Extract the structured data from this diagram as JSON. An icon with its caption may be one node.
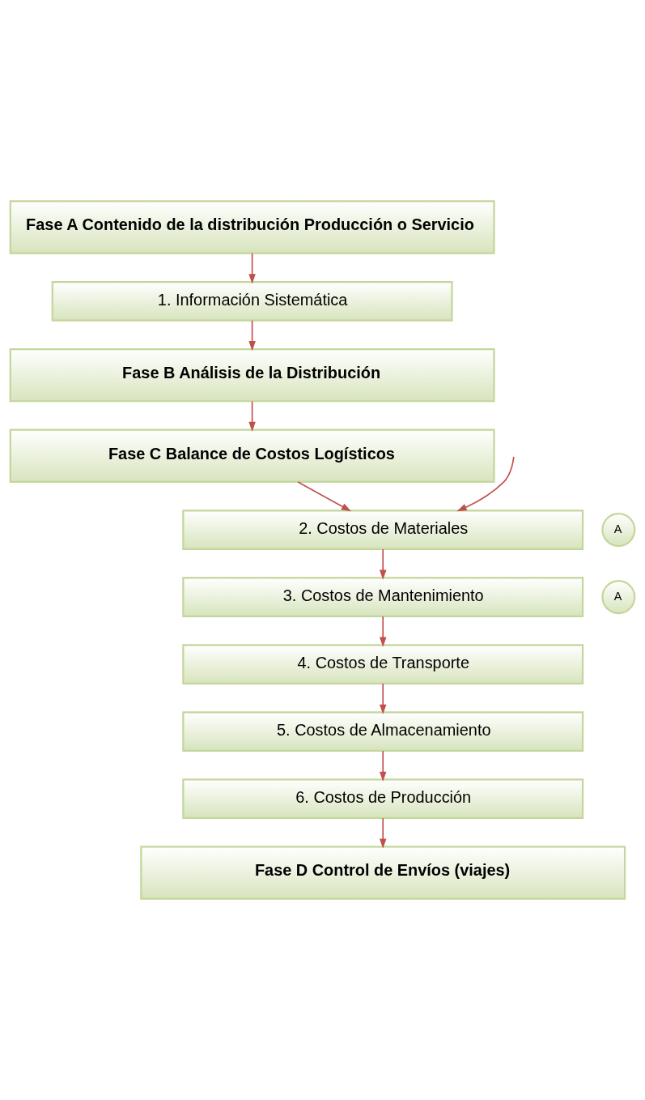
{
  "diagram": {
    "nodes": [
      {
        "text": [
          "Fase A Contenido de la distribución Producción o Servicio"
        ]
      },
      {
        "text": [
          "1. Información Sistemática"
        ]
      },
      {
        "text": [
          "Fase B Análisis de la Distribución"
        ]
      },
      {
        "text": [
          "Fase C Balance de Costos Logísticos"
        ]
      },
      {
        "text": [
          "2. Costos de Materiales"
        ]
      },
      {
        "text": [
          "A"
        ]
      },
      {
        "text": [
          "3. Costos de Mantenimiento"
        ]
      },
      {
        "text": [
          "A"
        ]
      },
      {
        "text": [
          "4. Costos de Transporte"
        ]
      },
      {
        "text": [
          "5. Costos de Almacenamiento"
        ]
      },
      {
        "text": [
          "6. Costos de Producción"
        ]
      },
      {
        "text": [
          "Fase D Control de Envíos (viajes)"
        ]
      }
    ],
    "edges": [
      {
        "from": 0,
        "to": 1,
        "arrow": "to"
      },
      {
        "from": 1,
        "to": 2,
        "arrow": "to"
      },
      {
        "from": 2,
        "to": 3,
        "arrow": "to"
      },
      {
        "from": 3,
        "to": 4,
        "arrow": "to"
      },
      {
        "from": null,
        "to": 4,
        "arrow": "to"
      },
      {
        "from": 4,
        "to": 6,
        "arrow": "to"
      },
      {
        "from": 6,
        "to": 8,
        "arrow": "to"
      },
      {
        "from": 8,
        "to": 9,
        "arrow": "to"
      },
      {
        "from": 9,
        "to": 10,
        "arrow": "to"
      },
      {
        "from": 10,
        "to": 11,
        "arrow": "to"
      }
    ]
  }
}
